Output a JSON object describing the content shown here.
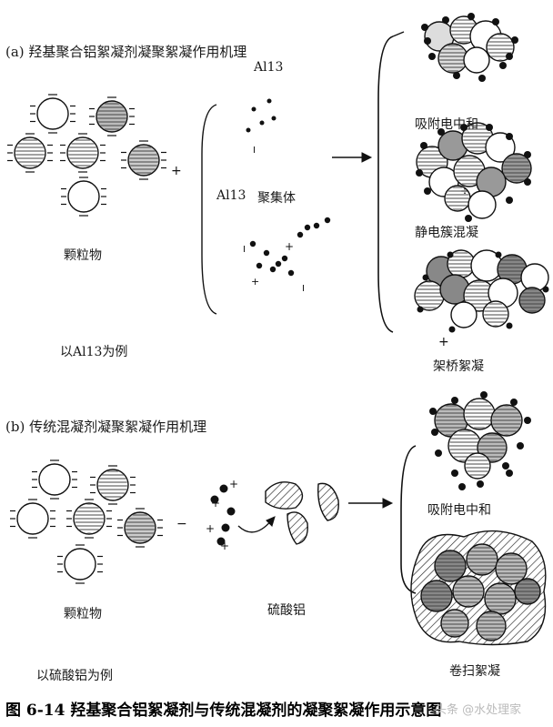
{
  "section_a": {
    "heading": "(a) 羟基聚合铝絮凝剂凝聚絮凝作用机理",
    "label_al13_top": "Al13",
    "label_al13_agg": "Al13",
    "label_aggregate": "聚集体",
    "label_particles": "颗粒物",
    "label_example": "以Al13为例",
    "results": [
      "吸附电中和",
      "静电簇混凝",
      "架桥絮凝"
    ]
  },
  "section_b": {
    "heading": "(b) 传统混凝剂凝聚絮凝作用机理",
    "label_particles": "颗粒物",
    "label_sulfate": "硫酸铝",
    "label_example": "以硫酸铝为例",
    "results": [
      "吸附电中和",
      "卷扫絮凝"
    ]
  },
  "caption": "图 6-14   羟基聚合铝絮凝剂与传统混凝剂的凝聚絮凝作用示意图",
  "watermark": "头条 @水处理家"
}
